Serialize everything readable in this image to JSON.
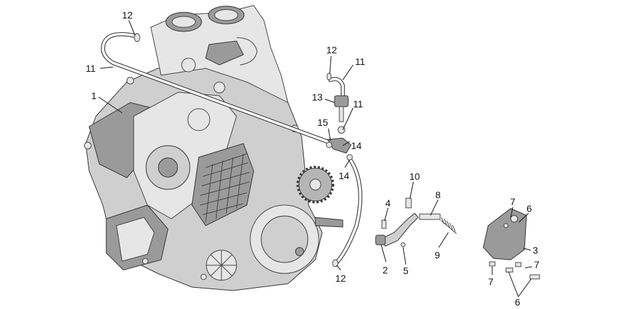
{
  "callouts": {
    "c12_top": "12",
    "c11_left": "11",
    "c1": "1",
    "c12_mid": "12",
    "c11_mid": "11",
    "c13": "13",
    "c11_right": "11",
    "c15": "15",
    "c14_upper": "14",
    "c14_lower": "14",
    "c12_bottom": "12",
    "c10": "10",
    "c8": "8",
    "c4": "4",
    "c9": "9",
    "c2": "2",
    "c5": "5",
    "c7_top": "7",
    "c6_top": "6",
    "c3": "3",
    "c7_right": "7",
    "c7_bottom": "7",
    "c6_bottom": "6"
  }
}
